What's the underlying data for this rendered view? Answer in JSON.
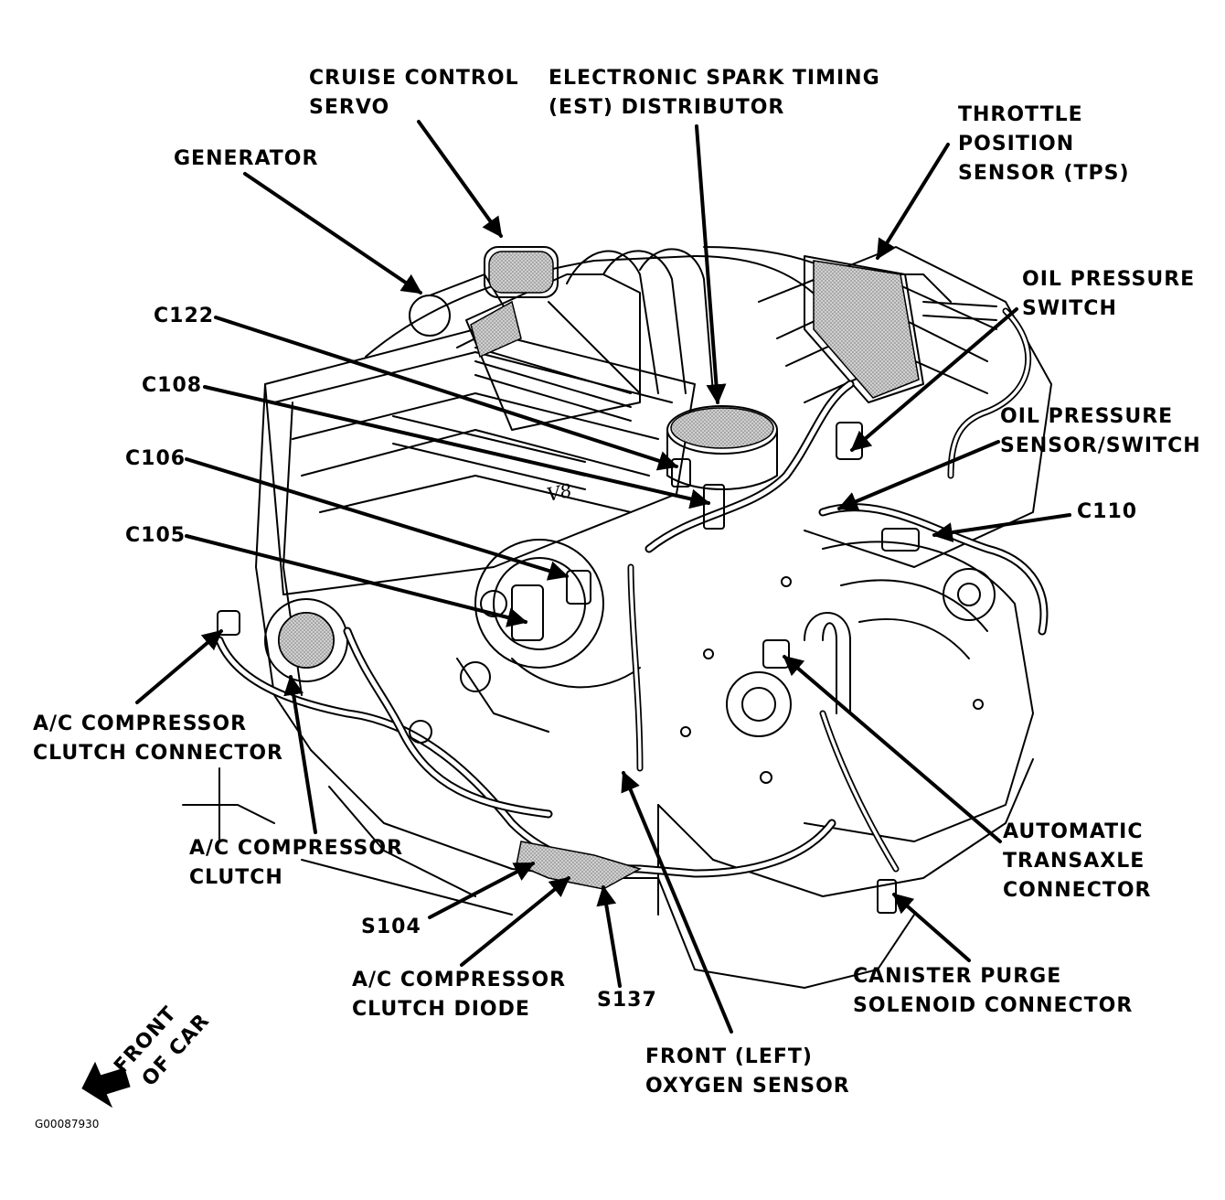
{
  "labels": {
    "cruise_control_servo": [
      "CRUISE CONTROL",
      "SERVO"
    ],
    "est_distributor": [
      "ELECTRONIC SPARK TIMING",
      "(EST) DISTRIBUTOR"
    ],
    "throttle_position_sensor": [
      "THROTTLE",
      "POSITION",
      "SENSOR (TPS)"
    ],
    "generator": [
      "GENERATOR"
    ],
    "oil_pressure_switch": [
      "OIL PRESSURE",
      "SWITCH"
    ],
    "c122": [
      "C122"
    ],
    "c108": [
      "C108"
    ],
    "oil_pressure_sensor_switch": [
      "OIL PRESSURE",
      "SENSOR/SWITCH"
    ],
    "c106": [
      "C106"
    ],
    "c110": [
      "C110"
    ],
    "c105": [
      "C105"
    ],
    "ac_compressor_clutch_connector": [
      "A/C COMPRESSOR",
      "CLUTCH CONNECTOR"
    ],
    "ac_compressor_clutch": [
      "A/C COMPRESSOR",
      "CLUTCH"
    ],
    "automatic_transaxle_connector": [
      "AUTOMATIC",
      "TRANSAXLE",
      "CONNECTOR"
    ],
    "s104": [
      "S104"
    ],
    "ac_compressor_clutch_diode": [
      "A/C COMPRESSOR",
      "CLUTCH DIODE"
    ],
    "s137": [
      "S137"
    ],
    "canister_purge_solenoid_connector": [
      "CANISTER PURGE",
      "SOLENOID CONNECTOR"
    ],
    "front_left_oxygen_sensor": [
      "FRONT (LEFT)",
      "OXYGEN SENSOR"
    ]
  },
  "front_of_car": [
    "FRONT",
    "OF CAR"
  ],
  "engine_badge": "V8",
  "figure_code": "G00087930",
  "colors": {
    "ink": "#000000",
    "shade": "#c4c4c4",
    "paper": "#ffffff"
  }
}
